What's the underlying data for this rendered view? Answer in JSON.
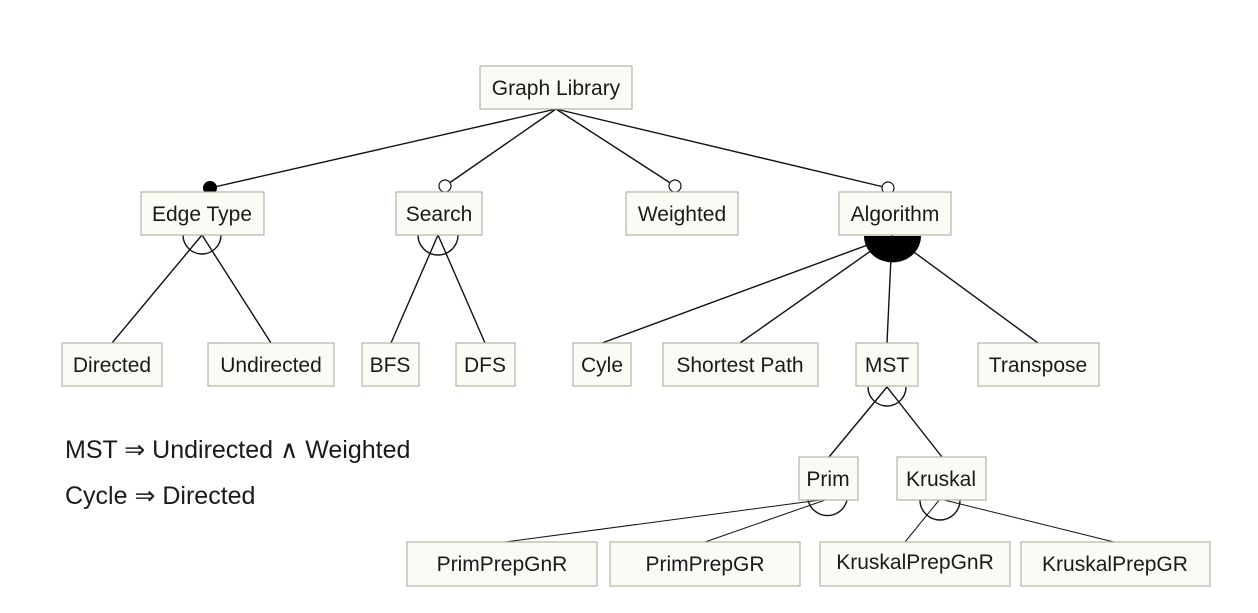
{
  "nodes": {
    "root": "Graph Library",
    "edge_type": "Edge Type",
    "search": "Search",
    "weighted": "Weighted",
    "algorithm": "Algorithm",
    "directed": "Directed",
    "undirected": "Undirected",
    "bfs": "BFS",
    "dfs": "DFS",
    "cycle": "Cyle",
    "shortest_path": "Shortest Path",
    "mst": "MST",
    "transpose": "Transpose",
    "prim": "Prim",
    "kruskal": "Kruskal",
    "prim_prep_gnr": "PrimPrepGnR",
    "prim_prep_gr": "PrimPrepGR",
    "kruskal_prep_gnr": "KruskalPrepGnR",
    "kruskal_prep_gr": "KruskalPrepGR"
  },
  "constraints": [
    "MST ⇒ Undirected ∧ Weighted",
    "Cycle ⇒ Directed"
  ]
}
